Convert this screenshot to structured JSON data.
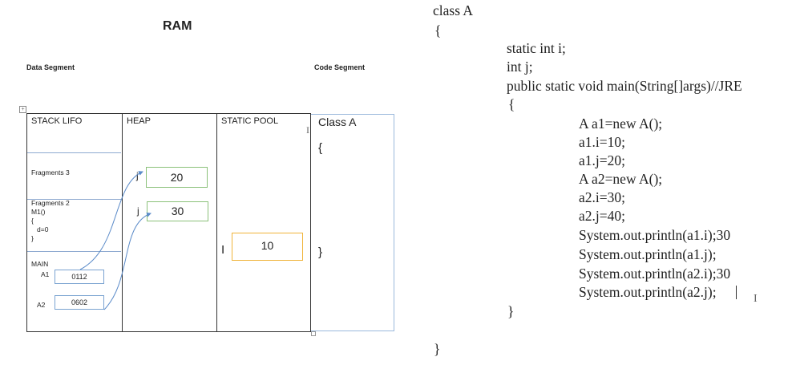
{
  "ram": {
    "title": "RAM",
    "data_segment_label": "Data Segment",
    "code_segment_label": "Code Segment"
  },
  "columns": {
    "stack": "STACK  LIFO",
    "heap": "HEAP",
    "static_pool": "STATIC POOL",
    "class_a": "Class A"
  },
  "stack": {
    "fragments3": "Fragments 3",
    "fragments2_lines": [
      "Fragments 2",
      "M1()",
      "{",
      "  d=0",
      "}"
    ],
    "main": "MAIN",
    "a1_label": "A1",
    "a1_addr": "0112",
    "a2_label": "A2",
    "a2_addr": "0602"
  },
  "heap": {
    "obj1_var": "j",
    "obj1_value": "20",
    "obj2_var": "j",
    "obj2_value": "30"
  },
  "static_pool": {
    "var": "I",
    "value": "10"
  },
  "class_box": {
    "open_brace": "{",
    "close_brace": "}"
  },
  "code_lines": [
    "class A",
    "{",
    "static int i;",
    "int j;",
    "public static void main(String[]args)//JRE",
    "{",
    "A a1=new A();",
    "a1.i=10;",
    "a1.j=20;",
    "A a2=new A();",
    "a2.i=30;",
    "a2.j=40;",
    "System.out.println(a1.i);30",
    "System.out.println(a1.j);",
    "System.out.println(a2.i);30",
    "System.out.println(a2.j);",
    "}",
    "}"
  ],
  "colors": {
    "arrow": "#5b8bc9",
    "addr_border": "#7aa3d1",
    "heap_border": "#8bc17a",
    "static_border": "#f0b43a"
  }
}
